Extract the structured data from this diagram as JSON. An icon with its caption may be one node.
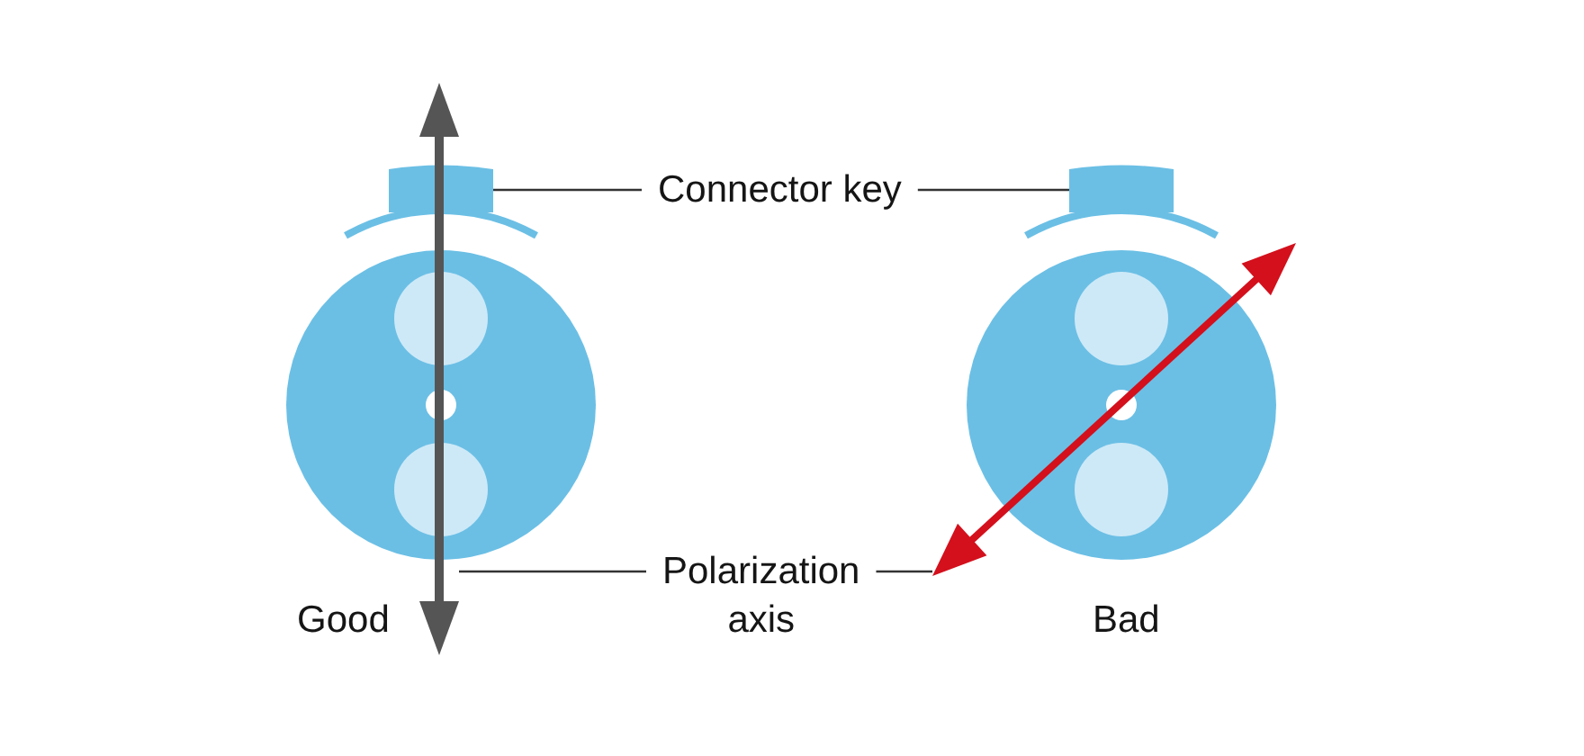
{
  "diagram": {
    "nodes": [
      {
        "text": [
          "Connector key"
        ]
      },
      {
        "text": [],
        "shape": "box"
      },
      {
        "text": [],
        "shape": "box"
      },
      {
        "text": [
          "Polarization axis"
        ]
      },
      {
        "text": [],
        "shape": "arrow"
      },
      {
        "text": [],
        "shape": "arrow"
      }
    ],
    "edges": [
      {
        "from": 0,
        "to": 1,
        "arrow": "none"
      },
      {
        "from": 0,
        "to": 2,
        "arrow": "none"
      },
      {
        "from": 3,
        "to": 4,
        "arrow": "none"
      },
      {
        "from": 3,
        "to": 5,
        "arrow": "none"
      }
    ],
    "labels": [
      "Good",
      "Bad"
    ]
  }
}
